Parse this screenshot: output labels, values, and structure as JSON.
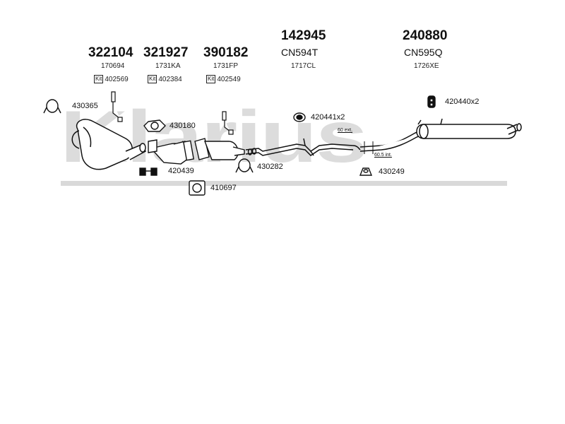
{
  "watermark": {
    "text": "Klarius"
  },
  "headers": [
    {
      "part": "322104",
      "ref": "170694",
      "kit_label": "Kit",
      "kit": "402569"
    },
    {
      "part": "321927",
      "ref": "1731KA",
      "kit_label": "Kit",
      "kit": "402384"
    },
    {
      "part": "390182",
      "ref": "1731FP",
      "kit_label": "Kit",
      "kit": "402549"
    },
    {
      "part": "142945",
      "sub": "CN594T",
      "ref": "1717CL"
    },
    {
      "part": "240880",
      "sub": "CN595Q",
      "ref": "1726XE"
    }
  ],
  "parts": {
    "p430365": "430365",
    "p430180": "430180",
    "p420439": "420439",
    "p410697": "410697",
    "p430282": "430282",
    "p420441": "420441x2",
    "p430249": "430249",
    "p420440": "420440x2"
  },
  "notes": {
    "ext": "60 ext.",
    "int": "60.5 int."
  },
  "colors": {
    "line": "#111111",
    "watermark": "#dcdcdc",
    "band": "#d9d9d9"
  }
}
